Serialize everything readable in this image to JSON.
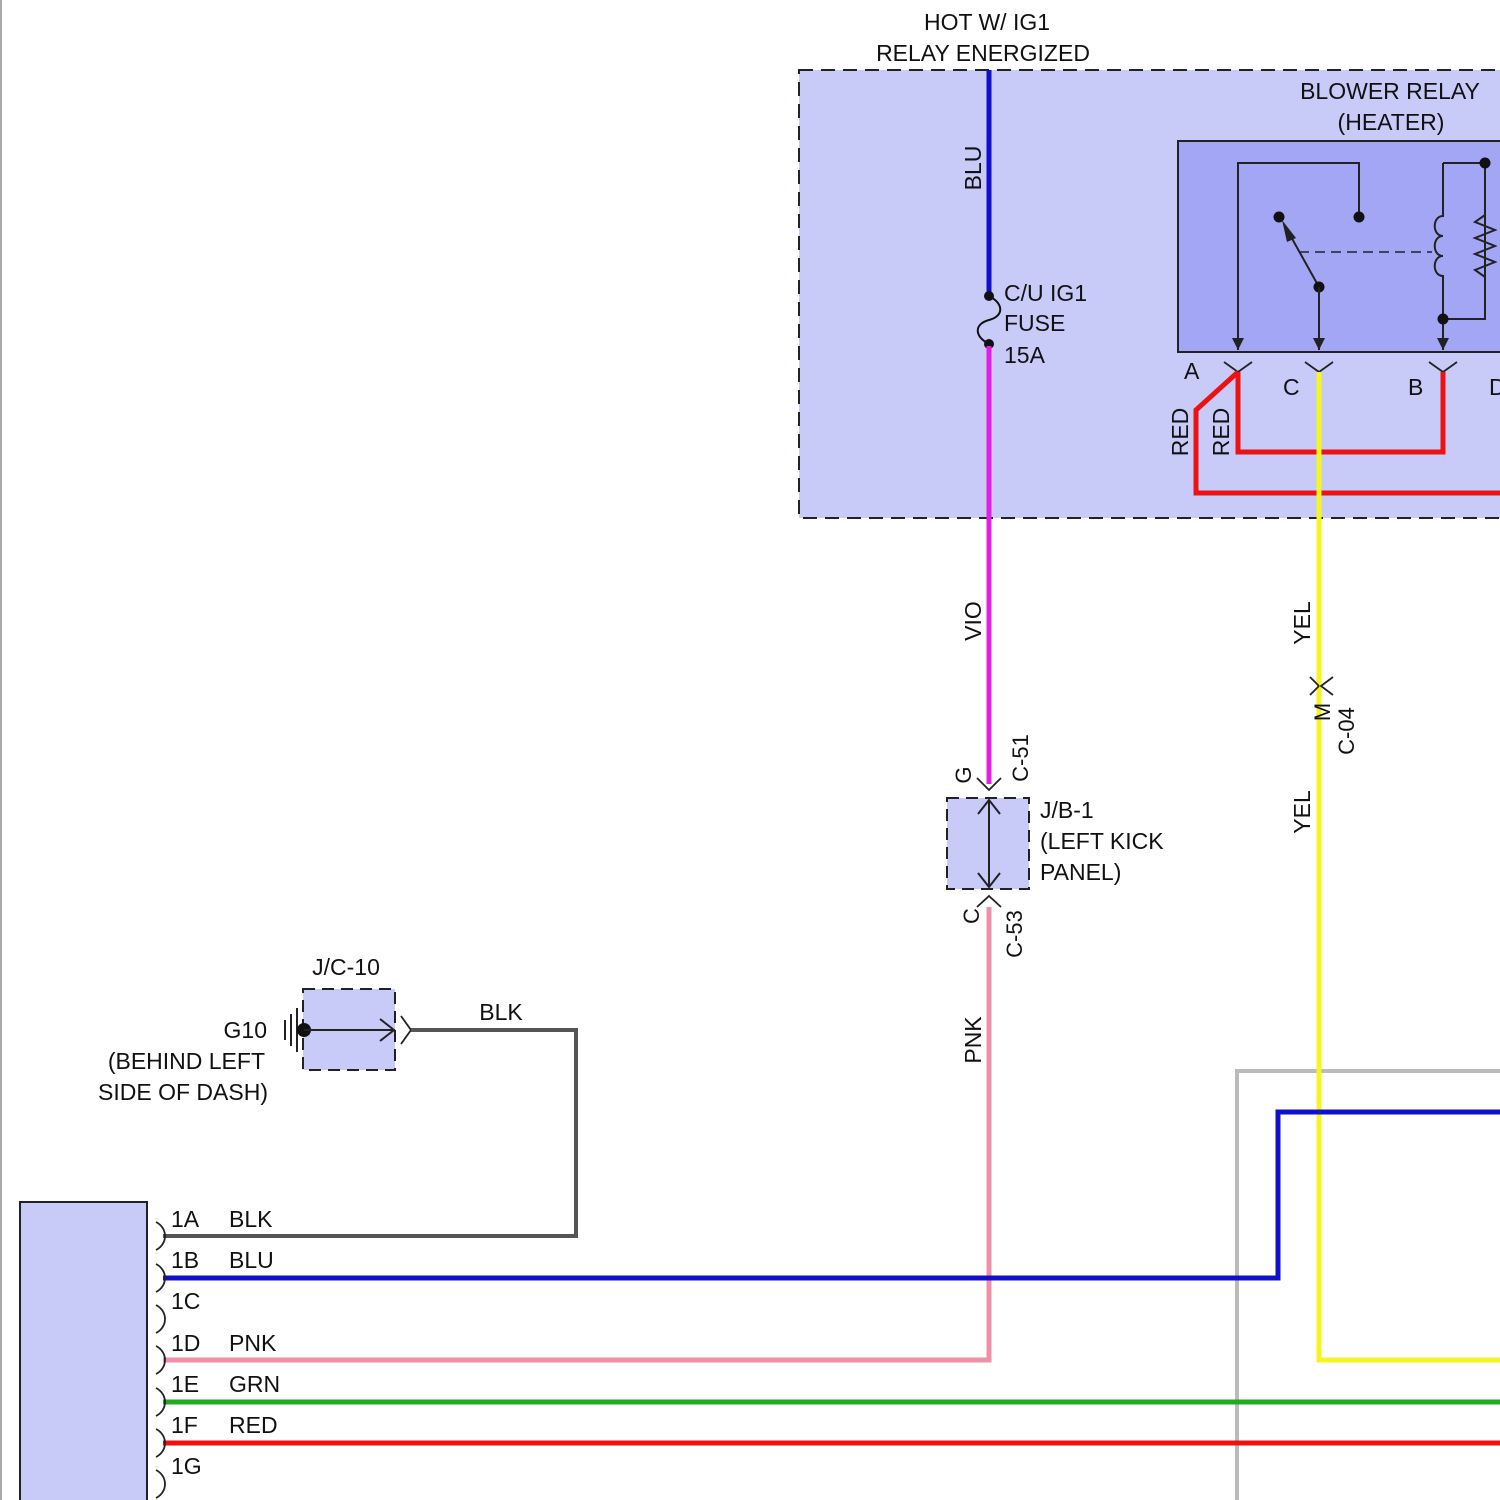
{
  "supply": {
    "line1": "HOT W/ IG1",
    "line2": "RELAY ENERGIZED"
  },
  "fuse": {
    "line1": "C/U IG1",
    "line2": "FUSE",
    "line3": "15A"
  },
  "relay": {
    "line1": "BLOWER RELAY",
    "line2": "(HEATER)",
    "pins": [
      "A",
      "C",
      "B",
      "D"
    ]
  },
  "wires": {
    "blu": "BLU",
    "vio": "VIO",
    "yel": "YEL",
    "pnk": "PNK",
    "red": "RED",
    "blk": "BLK"
  },
  "junction_block": {
    "line1": "J/B-1",
    "line2": "(LEFT KICK",
    "line3": "PANEL)",
    "pin_top": "G",
    "pin_bottom": "C",
    "conn_top": "C-51",
    "conn_bottom": "C-53"
  },
  "connector_c04": {
    "pin": "M",
    "conn": "C-04"
  },
  "joint_connector": {
    "label": "J/C-10"
  },
  "ground": {
    "line1": "G10",
    "line2": "(BEHIND LEFT",
    "line3": "SIDE OF DASH)"
  },
  "module_pins": [
    {
      "pin": "1A",
      "wire": "BLK"
    },
    {
      "pin": "1B",
      "wire": "BLU"
    },
    {
      "pin": "1C",
      "wire": ""
    },
    {
      "pin": "1D",
      "wire": "PNK"
    },
    {
      "pin": "1E",
      "wire": "GRN"
    },
    {
      "pin": "1F",
      "wire": "RED"
    },
    {
      "pin": "1G",
      "wire": ""
    }
  ],
  "colors": {
    "panel_fill": "#c8caf8",
    "relay_fill": "#a3a6f4",
    "blu": "#1010cc",
    "vio": "#e020e0",
    "yel": "#f5f520",
    "pnk": "#f090a8",
    "red": "#ee1111",
    "grn": "#22aa22",
    "blk": "#555555",
    "gray": "#bbbbbb"
  }
}
